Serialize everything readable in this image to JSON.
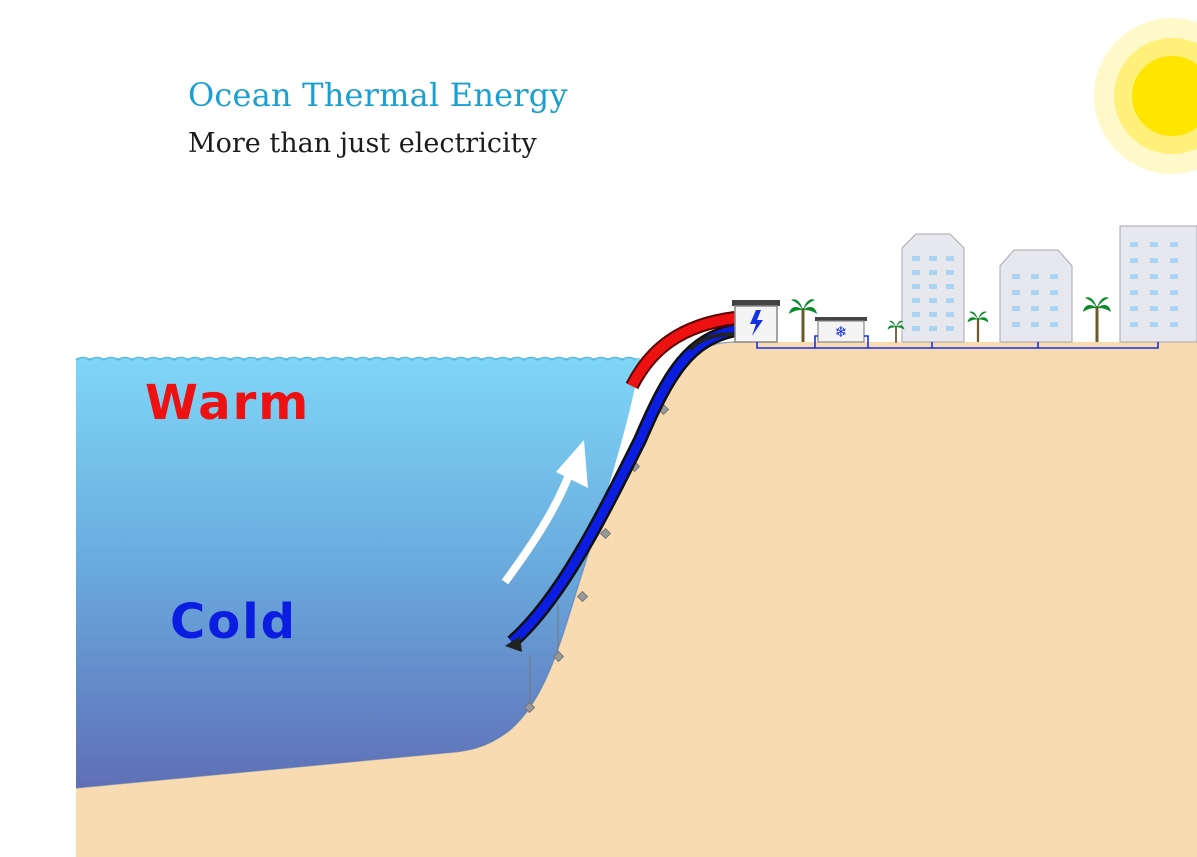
{
  "header": {
    "title": "Ocean Thermal Energy",
    "subtitle": "More than just electricity"
  },
  "labels": {
    "warm": "Warm",
    "cold": "Cold"
  },
  "icons": {
    "power_plant": "lightning-bolt-icon",
    "cooling_facility": "snowflake-icon"
  },
  "colors": {
    "warm": "#ee1111",
    "cold": "#0a1de0",
    "title": "#1a9fd0",
    "sand": "#f8dbb0",
    "sun": "#ffe600"
  }
}
